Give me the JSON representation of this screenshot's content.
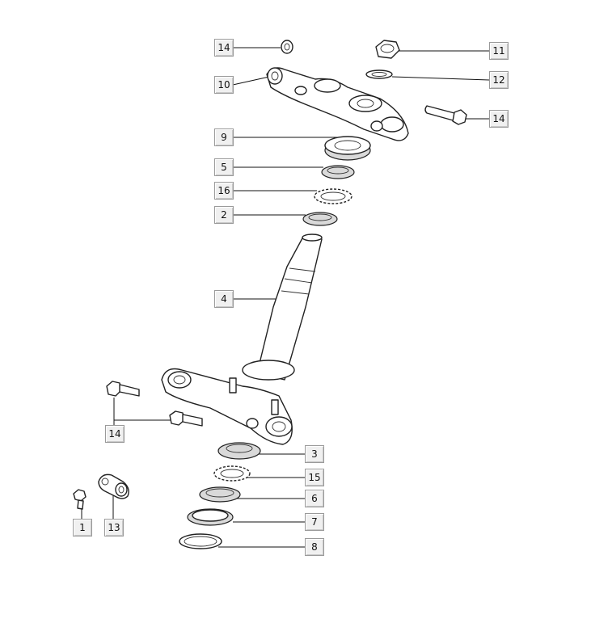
{
  "diagram": {
    "callouts": [
      {
        "id": "c14a",
        "label": "14"
      },
      {
        "id": "c10",
        "label": "10"
      },
      {
        "id": "c11",
        "label": "11"
      },
      {
        "id": "c12",
        "label": "12"
      },
      {
        "id": "c14b",
        "label": "14"
      },
      {
        "id": "c9",
        "label": "9"
      },
      {
        "id": "c5",
        "label": "5"
      },
      {
        "id": "c16",
        "label": "16"
      },
      {
        "id": "c2",
        "label": "2"
      },
      {
        "id": "c4",
        "label": "4"
      },
      {
        "id": "c14c",
        "label": "14"
      },
      {
        "id": "c3",
        "label": "3"
      },
      {
        "id": "c15",
        "label": "15"
      },
      {
        "id": "c6",
        "label": "6"
      },
      {
        "id": "c7",
        "label": "7"
      },
      {
        "id": "c8",
        "label": "8"
      },
      {
        "id": "c1",
        "label": "1"
      },
      {
        "id": "c13",
        "label": "13"
      }
    ]
  }
}
